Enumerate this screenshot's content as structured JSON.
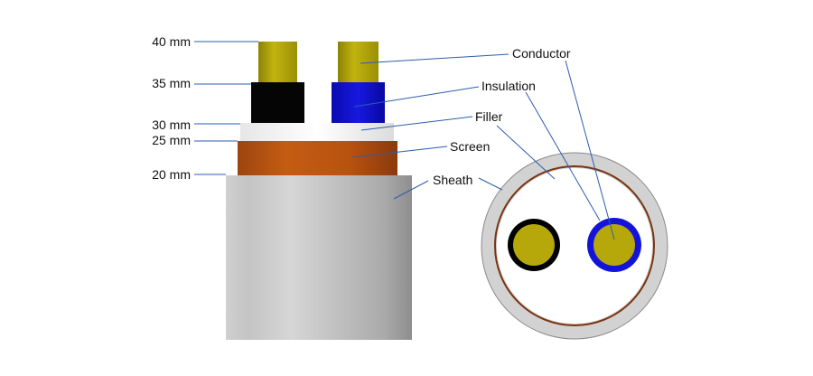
{
  "dimension_labels": [
    "40 mm",
    "35 mm",
    "30 mm",
    "25 mm",
    "20 mm"
  ],
  "component_labels": {
    "conductor": "Conductor",
    "insulation": "Insulation",
    "filler": "Filler",
    "screen": "Screen",
    "sheath": "Sheath"
  },
  "colors": {
    "conductor": "#b6a80a",
    "insulation_black": "#000000",
    "insulation_blue": "#1414d8",
    "filler": "#f2f2f2",
    "screen": "#b8520e",
    "sheath": "#c8c8c8",
    "leader_lines": "#2a5db0"
  }
}
